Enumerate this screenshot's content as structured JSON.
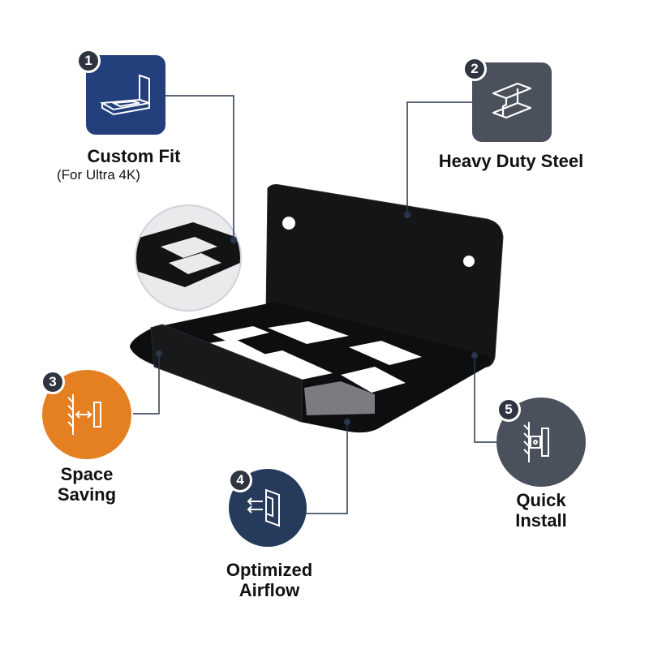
{
  "features": [
    {
      "number": "1",
      "title": "Custom Fit",
      "subtitle": "(For Ultra 4K)",
      "icon": "bracket-shelf-icon",
      "color": "#233f7c"
    },
    {
      "number": "2",
      "title": "Heavy Duty Steel",
      "icon": "steel-beam-icon",
      "color": "#4a505c"
    },
    {
      "number": "3",
      "title_line1": "Space",
      "title_line2": "Saving",
      "icon": "wall-distance-icon",
      "color": "#e47f22"
    },
    {
      "number": "4",
      "title_line1": "Optimized",
      "title_line2": "Airflow",
      "icon": "airflow-icon",
      "color": "#263a5c"
    },
    {
      "number": "5",
      "title_line1": "Quick",
      "title_line2": "Install",
      "icon": "wall-mount-icon",
      "color": "#4a505c"
    }
  ],
  "colors": {
    "line": "#2a3550",
    "steel": "#111214"
  }
}
